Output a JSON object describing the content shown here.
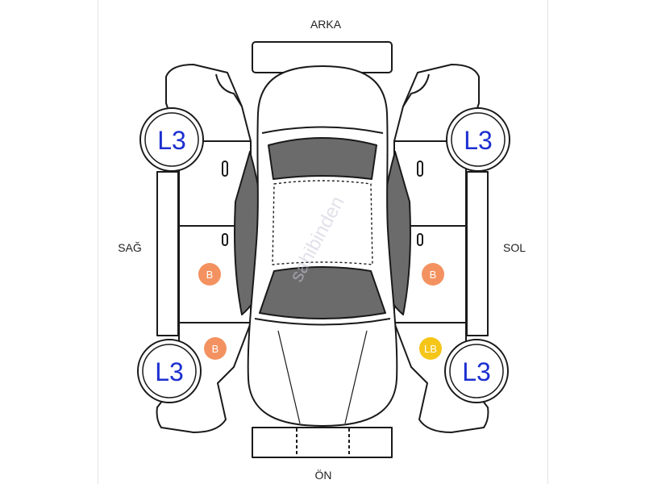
{
  "labels": {
    "rear": "ARKA",
    "front": "ÖN",
    "right_side": "SAĞ",
    "left_side": "SOL"
  },
  "tires": {
    "rear_right": "L3",
    "rear_left": "L3",
    "front_right": "L3",
    "front_left": "L3"
  },
  "badges": {
    "right_front_door": "B",
    "right_front_fender": "B",
    "left_front_door": "B",
    "left_front_fender": "LB"
  },
  "colors": {
    "badge_b": "#f39260",
    "badge_lb": "#f5c518",
    "tire_text": "#1c2fd0",
    "glass": "#6b6b6b",
    "outline": "#1a1a1a"
  },
  "watermark": "sahibinden"
}
